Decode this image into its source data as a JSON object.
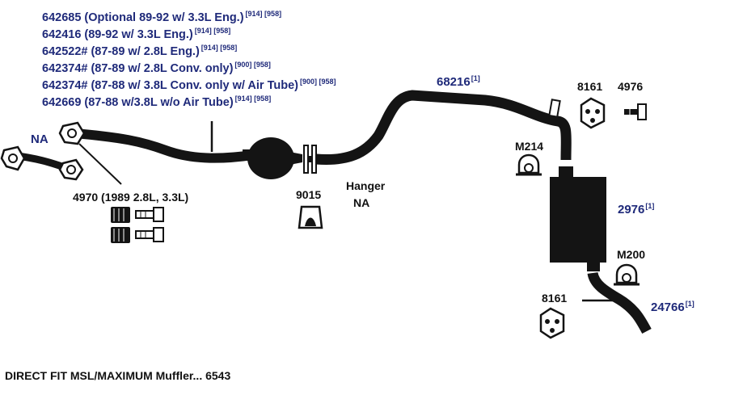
{
  "part_lines": [
    {
      "text": "642685 (Optional 89-92 w/ 3.3L Eng.)",
      "refs": "[914] [958]"
    },
    {
      "text": "642416 (89-92 w/ 3.3L Eng.)",
      "refs": "[914] [958]"
    },
    {
      "text": "642522# (87-89 w/ 2.8L Eng.)",
      "refs": "[914] [958]"
    },
    {
      "text": "642374# (87-89 w/ 2.8L Conv. only)",
      "refs": "[900] [958]"
    },
    {
      "text": "642374# (87-88 w/ 3.8L Conv. only w/ Air Tube)",
      "refs": "[900] [958]"
    },
    {
      "text": "642669 (87-88 w/3.8L w/o Air Tube)",
      "refs": "[914] [958]"
    }
  ],
  "labels": {
    "na_left": "NA",
    "gasket_4970": "4970 (1989 2.8L, 3.3L)",
    "part_9015": "9015",
    "hanger": "Hanger",
    "hanger_na": "NA",
    "pipe_68216": "68216",
    "pipe_68216_ref": "[1]",
    "part_8161_top": "8161",
    "part_4976": "4976",
    "clamp_m214": "M214",
    "muffler_2976": "2976",
    "muffler_2976_ref": "[1]",
    "clamp_m200": "M200",
    "part_8161_bottom": "8161",
    "tailpipe_24766": "24766",
    "tailpipe_24766_ref": "[1]"
  },
  "footer": "DIRECT FIT MSL/MAXIMUM Muffler... 6543",
  "colors": {
    "label_blue": "#1f2a7a",
    "label_black": "#111111",
    "pipe": "#141414"
  }
}
